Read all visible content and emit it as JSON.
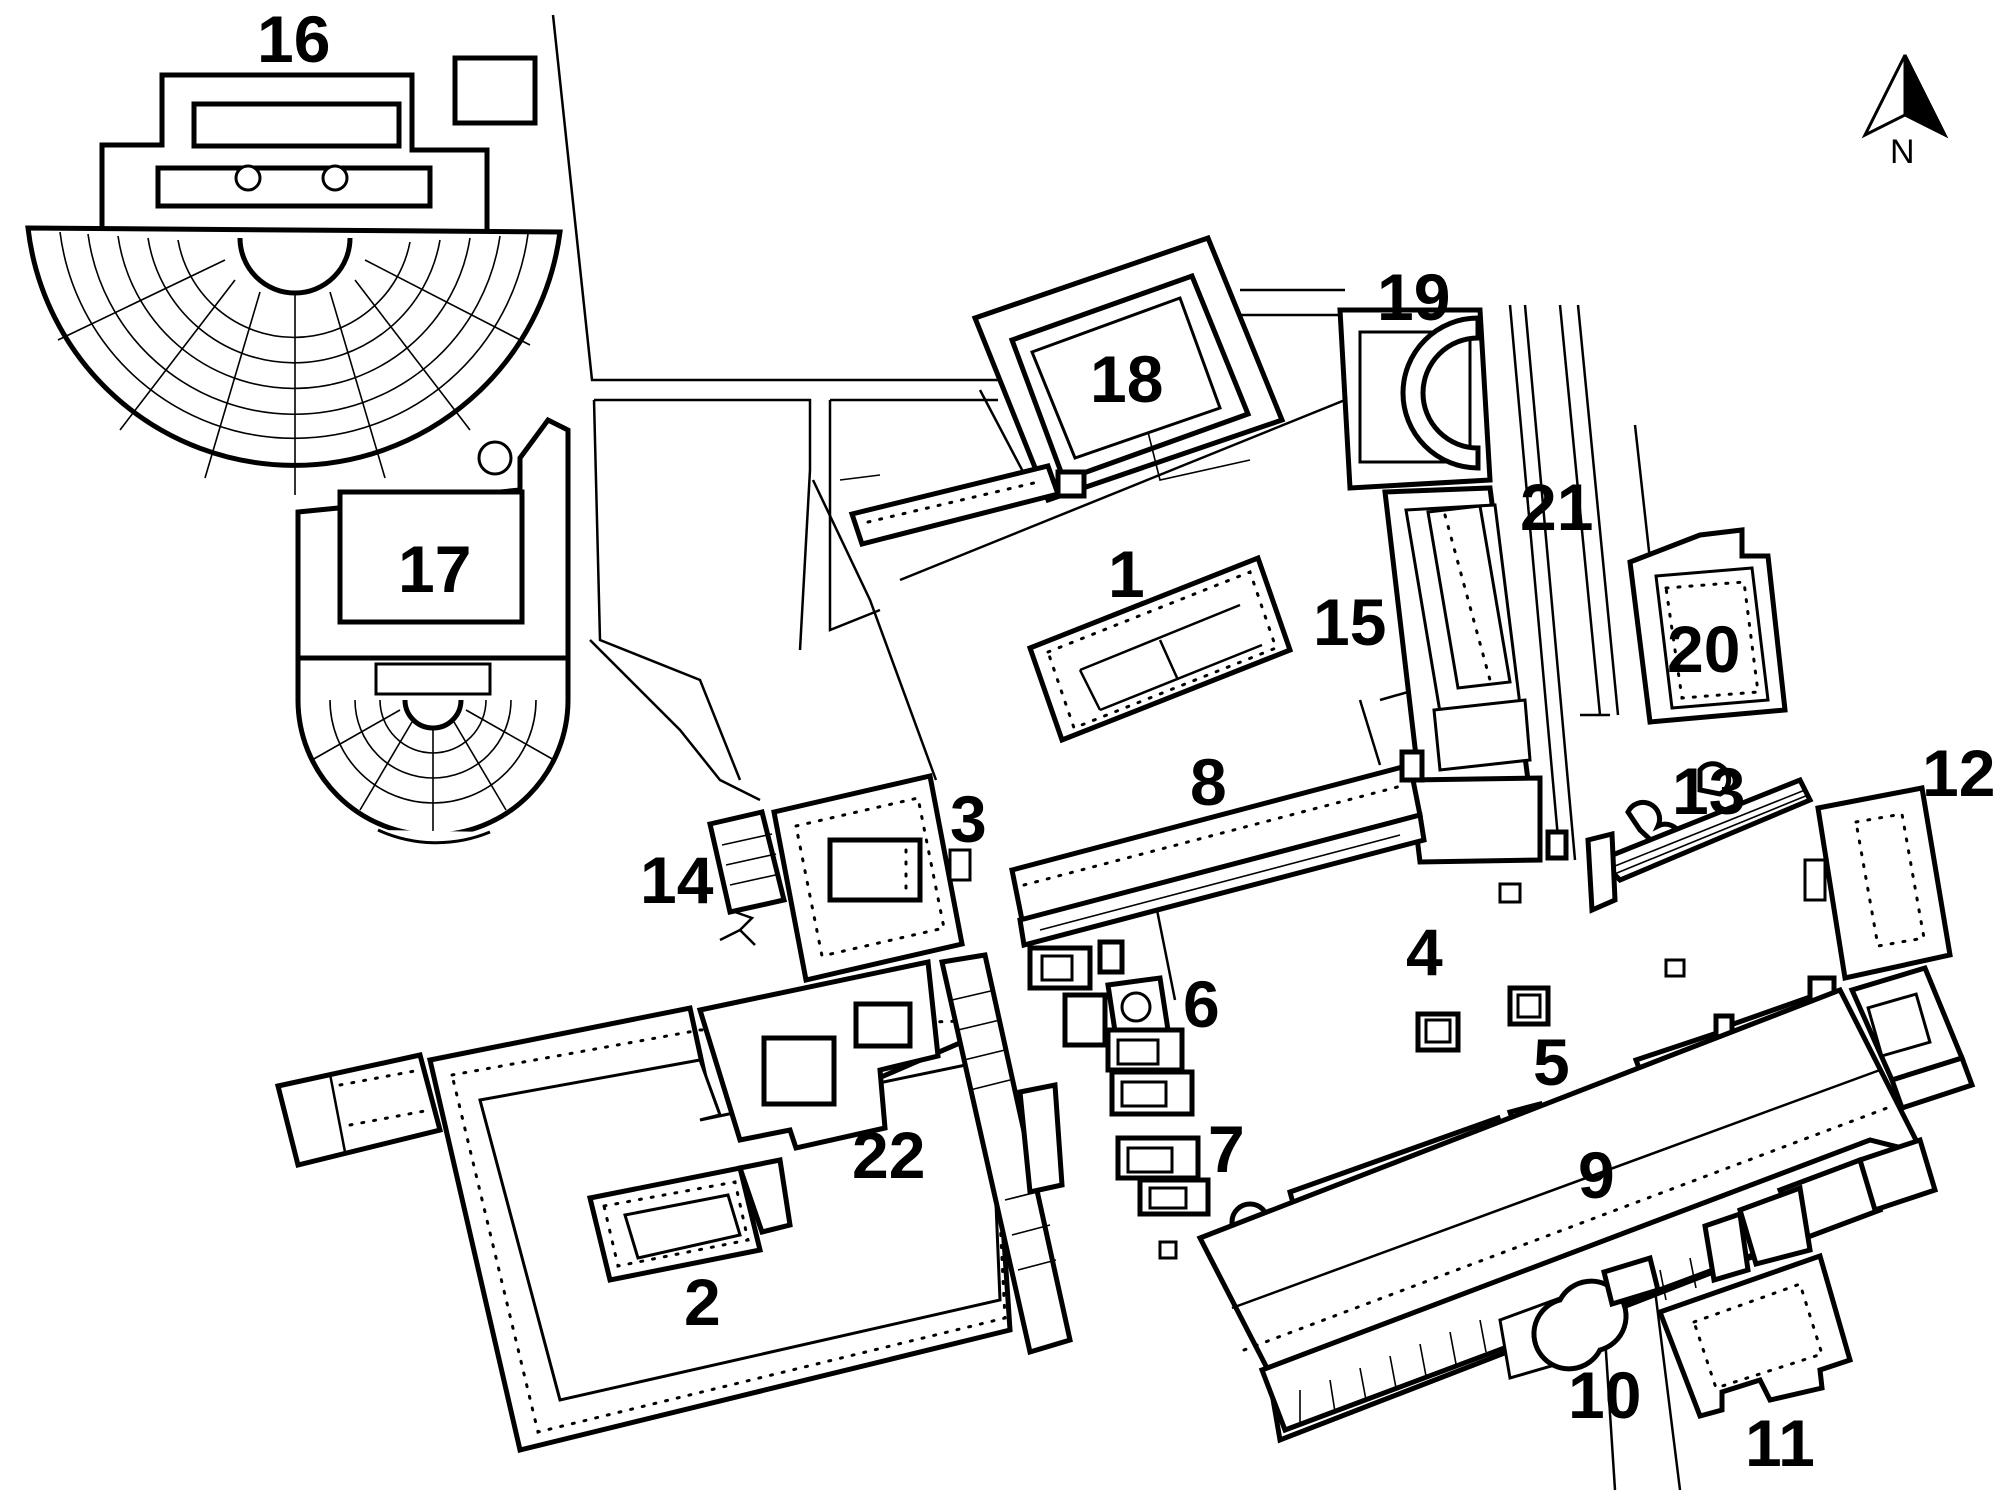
{
  "compass": {
    "letter": "N",
    "color": "#000000"
  },
  "labels": {
    "l1": "1",
    "l2": "2",
    "l3": "3",
    "l4": "4",
    "l5": "5",
    "l6": "6",
    "l7": "7",
    "l8": "8",
    "l9": "9",
    "l10": "10",
    "l11": "11",
    "l12": "12",
    "l13": "13",
    "l14": "14",
    "l15": "15",
    "l16": "16",
    "l17": "17",
    "l18": "18",
    "l19": "19",
    "l20": "20",
    "l21": "21",
    "l22": "22"
  }
}
